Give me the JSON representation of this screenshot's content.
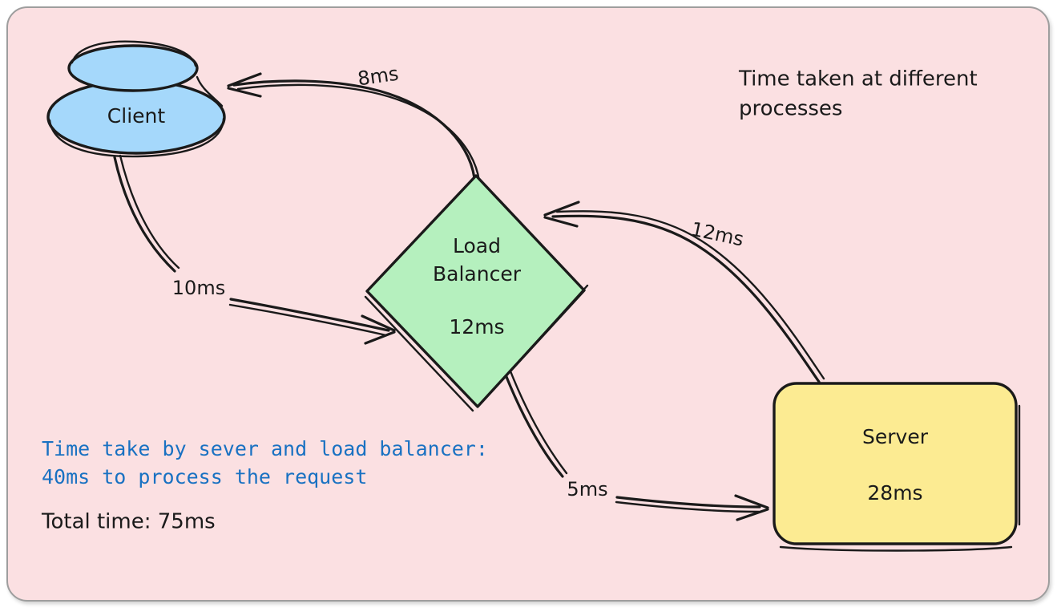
{
  "canvas": {
    "background_color": "#fbe0e2",
    "border_color": "#9e9e9e"
  },
  "caption": {
    "line1": "Time taken at different",
    "line2": "processes"
  },
  "notes": {
    "blue_line1": "Time take by sever and load balancer:",
    "blue_line2": "40ms to process the request",
    "blue_color": "#1971c2",
    "total": "Total time: 75ms"
  },
  "nodes": [
    {
      "id": "client",
      "label": "Client",
      "shape": "cloud",
      "color": "#a5d8fb"
    },
    {
      "id": "load-balancer",
      "label_line1": "Load",
      "label_line2": "Balancer",
      "value": "12ms",
      "shape": "diamond",
      "color": "#b5f0be"
    },
    {
      "id": "server",
      "label": "Server",
      "value": "28ms",
      "shape": "rounded-rect",
      "color": "#fceb92"
    }
  ],
  "edges": [
    {
      "id": "client-to-load-balancer",
      "from": "client",
      "to": "load-balancer",
      "label": "10ms"
    },
    {
      "id": "load-balancer-to-server",
      "from": "load-balancer",
      "to": "server",
      "label": "5ms"
    },
    {
      "id": "server-to-load-balancer",
      "from": "server",
      "to": "load-balancer",
      "label": "12ms"
    },
    {
      "id": "load-balancer-to-client",
      "from": "load-balancer",
      "to": "client",
      "label": "8ms"
    }
  ],
  "chart_data": {
    "type": "diagram",
    "title": "Time taken at different processes",
    "nodes": [
      {
        "name": "Client",
        "time_ms": null
      },
      {
        "name": "Load Balancer",
        "time_ms": 12
      },
      {
        "name": "Server",
        "time_ms": 28
      }
    ],
    "edges": [
      {
        "from": "Client",
        "to": "Load Balancer",
        "time_ms": 10
      },
      {
        "from": "Load Balancer",
        "to": "Server",
        "time_ms": 5
      },
      {
        "from": "Server",
        "to": "Load Balancer",
        "time_ms": 12
      },
      {
        "from": "Load Balancer",
        "to": "Client",
        "time_ms": 8
      }
    ],
    "totals": {
      "processing_ms": 40,
      "total_ms": 75
    }
  }
}
